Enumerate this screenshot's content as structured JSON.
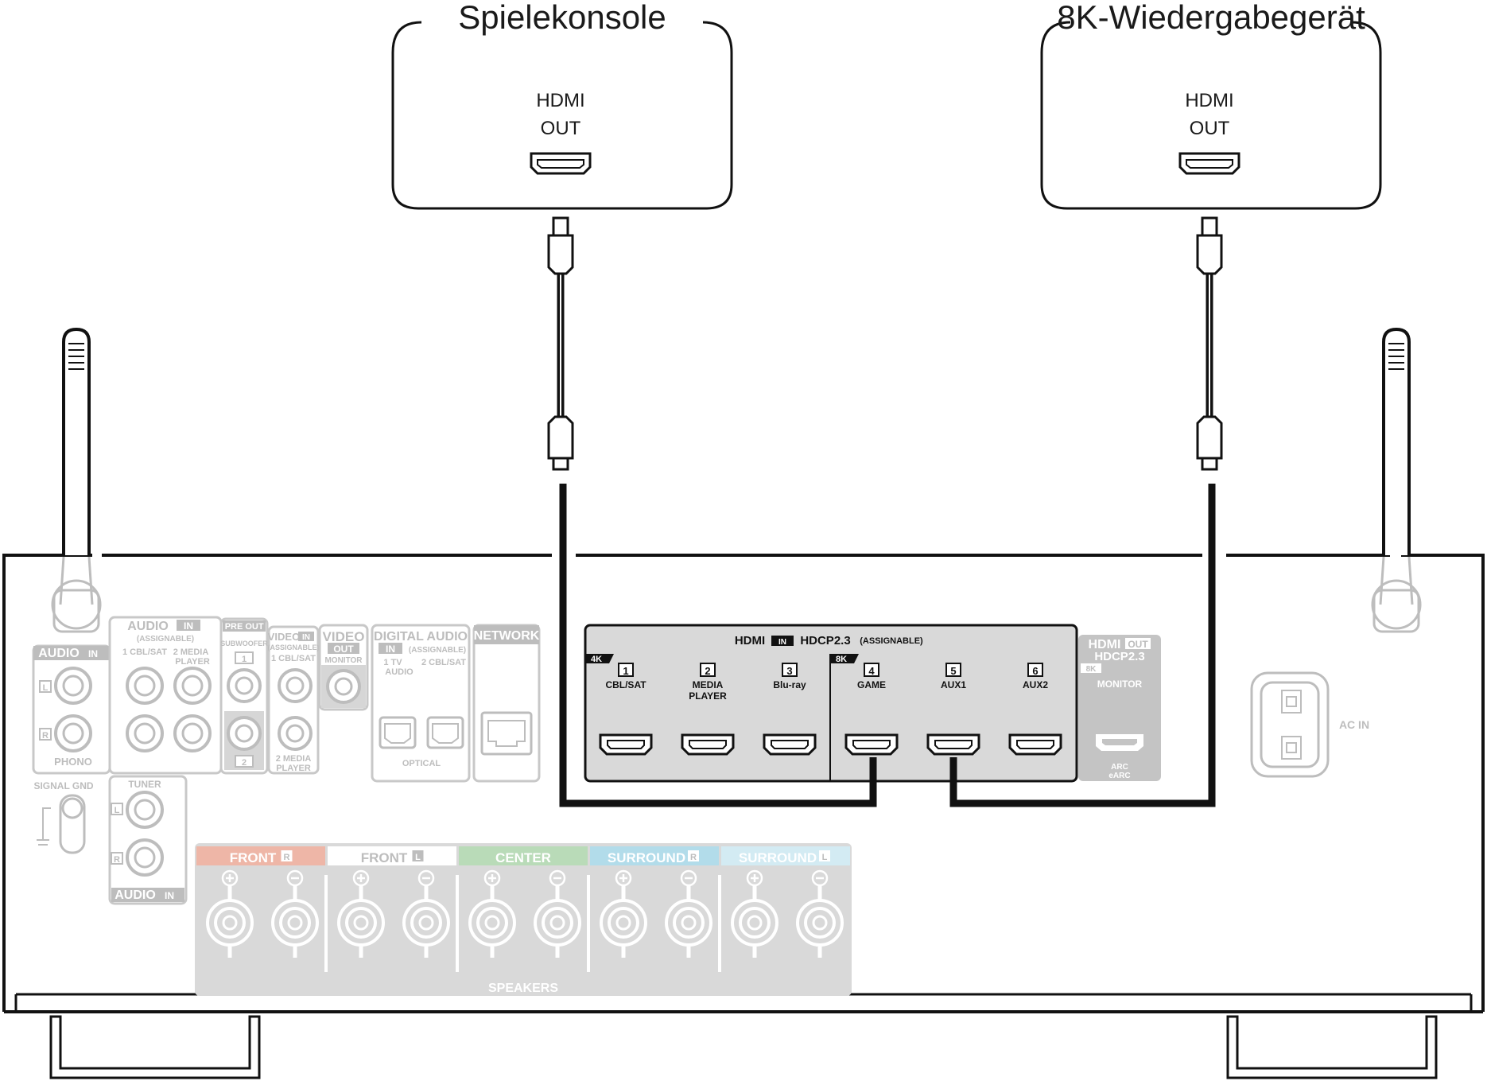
{
  "devices": {
    "game_console": {
      "title": "Spielekonsole",
      "port_line1": "HDMI",
      "port_line2": "OUT"
    },
    "player_8k": {
      "title": "8K-Wiedergabegerät",
      "port_line1": "HDMI",
      "port_line2": "OUT"
    }
  },
  "receiver": {
    "hdmi_in": {
      "header_hdmi": "HDMI",
      "header_in": "IN",
      "header_hdcp": "HDCP2.3",
      "header_assignable": "(ASSIGNABLE)",
      "group_4k": "4K",
      "group_8k": "8K",
      "inputs": [
        {
          "num": "1",
          "label": "CBL/SAT",
          "label2": ""
        },
        {
          "num": "2",
          "label": "MEDIA",
          "label2": "PLAYER"
        },
        {
          "num": "3",
          "label": "Blu-ray",
          "label2": ""
        },
        {
          "num": "4",
          "label": "GAME",
          "label2": ""
        },
        {
          "num": "5",
          "label": "AUX1",
          "label2": ""
        },
        {
          "num": "6",
          "label": "AUX2",
          "label2": ""
        }
      ]
    },
    "hdmi_out": {
      "hdmi": "HDMI",
      "out": "OUT",
      "hdcp": "HDCP2.3",
      "tag_8k": "8K",
      "monitor": "MONITOR",
      "arc": "ARC",
      "earc": "eARC"
    },
    "audio_in_phono": {
      "audio": "AUDIO",
      "in": "IN",
      "l": "L",
      "r": "R",
      "phono": "PHONO"
    },
    "audio_in_assignable": {
      "audio": "AUDIO",
      "in": "IN",
      "assignable": "(ASSIGNABLE)",
      "col1": "1 CBL/SAT",
      "col2a": "2 MEDIA",
      "col2b": "PLAYER"
    },
    "pre_out": {
      "pre": "PRE",
      "out": "OUT",
      "subwoofer": "SUBWOOFER",
      "n1": "1",
      "n2": "2"
    },
    "video_in": {
      "video": "VIDEO",
      "in": "IN",
      "assignable": "(ASSIGNABLE)",
      "n1": "1 CBL/SAT",
      "n2a": "2 MEDIA",
      "n2b": "PLAYER"
    },
    "video_out": {
      "video": "VIDEO",
      "out": "OUT",
      "monitor": "MONITOR"
    },
    "digital_audio": {
      "title": "DIGITAL AUDIO",
      "in": "IN",
      "assignable": "(ASSIGNABLE)",
      "c1a": "1   TV",
      "c1b": "AUDIO",
      "c2": "2 CBL/SAT",
      "optical": "OPTICAL"
    },
    "network": {
      "title": "NETWORK"
    },
    "signal_gnd": "SIGNAL GND",
    "tuner": {
      "title": "TUNER",
      "l": "L",
      "r": "R",
      "audio": "AUDIO",
      "in": "IN"
    },
    "ac_in": "AC IN",
    "speakers": {
      "title": "SPEAKERS",
      "channels": [
        {
          "name": "FRONT",
          "side": "R",
          "color": "#eeb6a7"
        },
        {
          "name": "FRONT",
          "side": "L",
          "color": "#ffffff"
        },
        {
          "name": "CENTER",
          "side": "",
          "color": "#b9dbb8"
        },
        {
          "name": "SURROUND",
          "side": "R",
          "color": "#b2dcea"
        },
        {
          "name": "SURROUND",
          "side": "L",
          "color": "#d3ebf3"
        }
      ]
    }
  }
}
